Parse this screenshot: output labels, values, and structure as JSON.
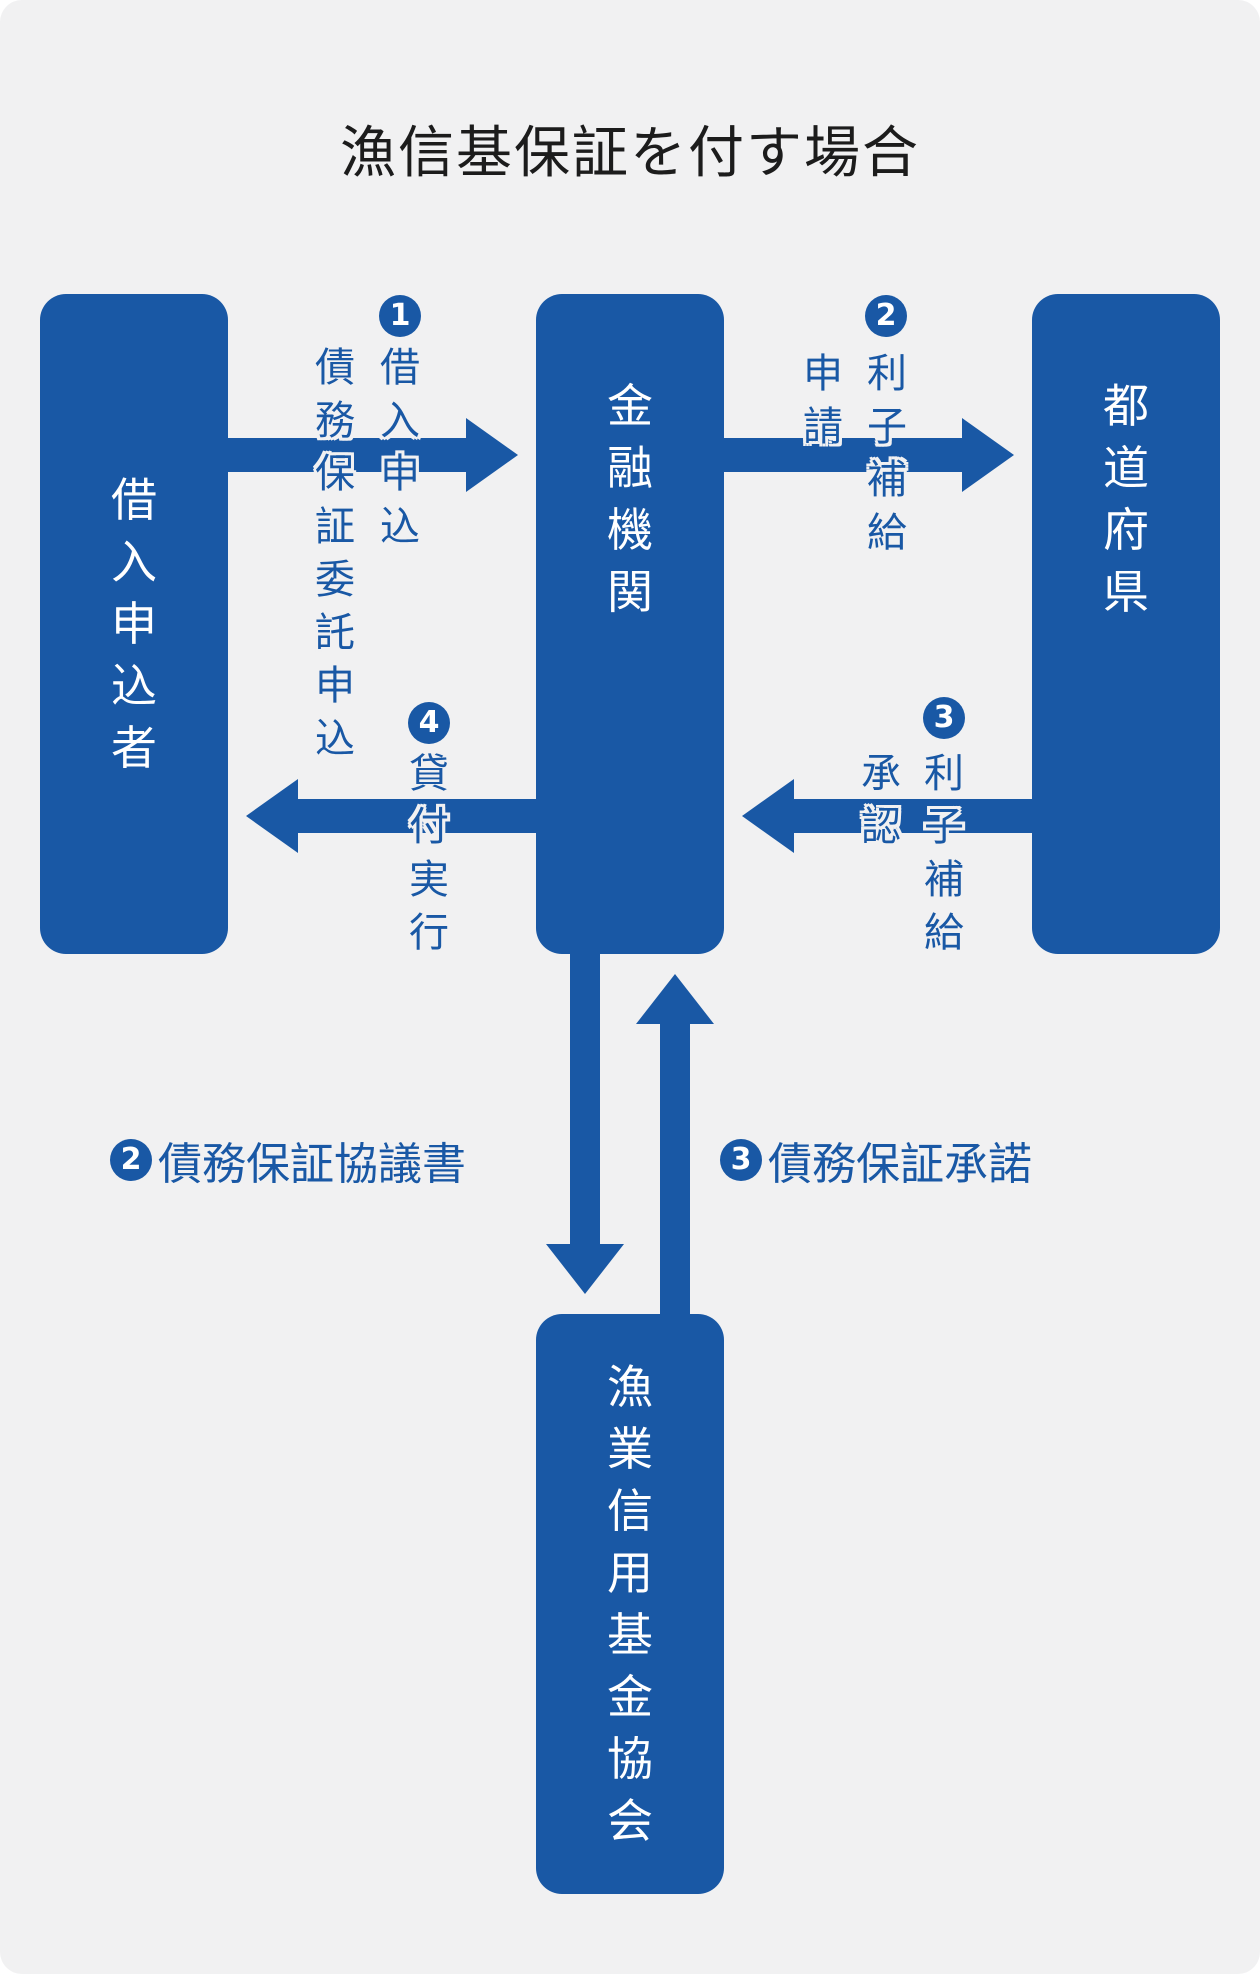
{
  "title": "漁信基保証を付す場合",
  "nodes": {
    "borrower": "借入申込者",
    "bank": "金融機関",
    "prefecture": "都道府県",
    "association": "漁業信用基金協会"
  },
  "flows": {
    "apply_loan": {
      "step": "1",
      "line1": "借入申込",
      "line2": "債務保証委託申込"
    },
    "interest_subsidy_apply": {
      "step": "2",
      "line1": "利子補給",
      "line2": "申請"
    },
    "interest_subsidy_approve": {
      "step": "3",
      "line1": "利子補給",
      "line2": "承認"
    },
    "loan_execution": {
      "step": "4",
      "line1": "貸付実行"
    },
    "guarantee_agreement": {
      "step": "2",
      "label": "債務保証協議書"
    },
    "guarantee_acceptance": {
      "step": "3",
      "label": "債務保証承諾"
    }
  },
  "colors": {
    "primary": "#1958a5",
    "background": "#f1f1f2"
  }
}
